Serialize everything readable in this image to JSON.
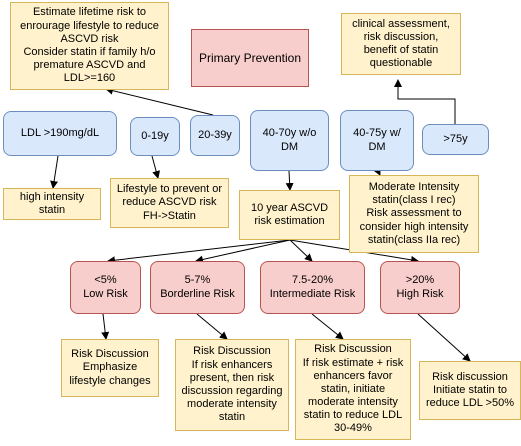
{
  "title": {
    "text": "Primary Prevention"
  },
  "age_groups": [
    {
      "id": "ldl",
      "text": "LDL >190mg/dL"
    },
    {
      "id": "age_0_19",
      "text": "0-19y"
    },
    {
      "id": "age_20_39",
      "text": "20-39y"
    },
    {
      "id": "age_40_70",
      "text": "40-70y w/o\nDM"
    },
    {
      "id": "age_40_75_dm",
      "text": "40-75y w/\nDM"
    },
    {
      "id": "age_75",
      "text": ">75y"
    }
  ],
  "notes": {
    "estimate_lifetime": "Estimate lifetime risk to\nenrourage lifestyle to reduce\nASCVD risk\nConsider statin if family h/o\npremature ASCVD and\nLDL>=160",
    "clinical_assessment": "clinical assessment,\nrisk discussion,\nbenefit of statin\nquestionable",
    "high_intensity": "high intensity\nstatin",
    "lifestyle_prevent": "Lifestyle to prevent or\nreduce ASCVD risk\nFH->Statin",
    "moderate_intensity": "Moderate Intensity\nstatin(class I rec)\nRisk assessment to\nconsider high intensity\nstatin(class IIa rec)",
    "ascvd_estimation": "10 year ASCVD\nrisk estimation"
  },
  "risk_categories": [
    {
      "id": "low",
      "text": "<5%\nLow Risk"
    },
    {
      "id": "borderline",
      "text": "5-7%\nBorderline Risk"
    },
    {
      "id": "intermediate",
      "text": "7.5-20%\nIntermediate Risk"
    },
    {
      "id": "high",
      "text": ">20%\nHigh Risk"
    }
  ],
  "recommendations": [
    {
      "id": "low",
      "text": "Risk Discussion\nEmphasize\nlifestyle changes"
    },
    {
      "id": "borderline",
      "text": "Risk Discussion\nIf risk enhancers\npresent, then risk\ndiscussion regarding\nmoderate intensity\nstatin"
    },
    {
      "id": "intermediate",
      "text": "Risk Discussion\nIf risk estimate + risk\nenhancers favor\nstatin, initiate\nmoderate intensity\nstatin to reduce LDL\n30-49%"
    },
    {
      "id": "high",
      "text": "Risk discussion\nInitiate statin to\nreduce LDL >50%"
    }
  ]
}
